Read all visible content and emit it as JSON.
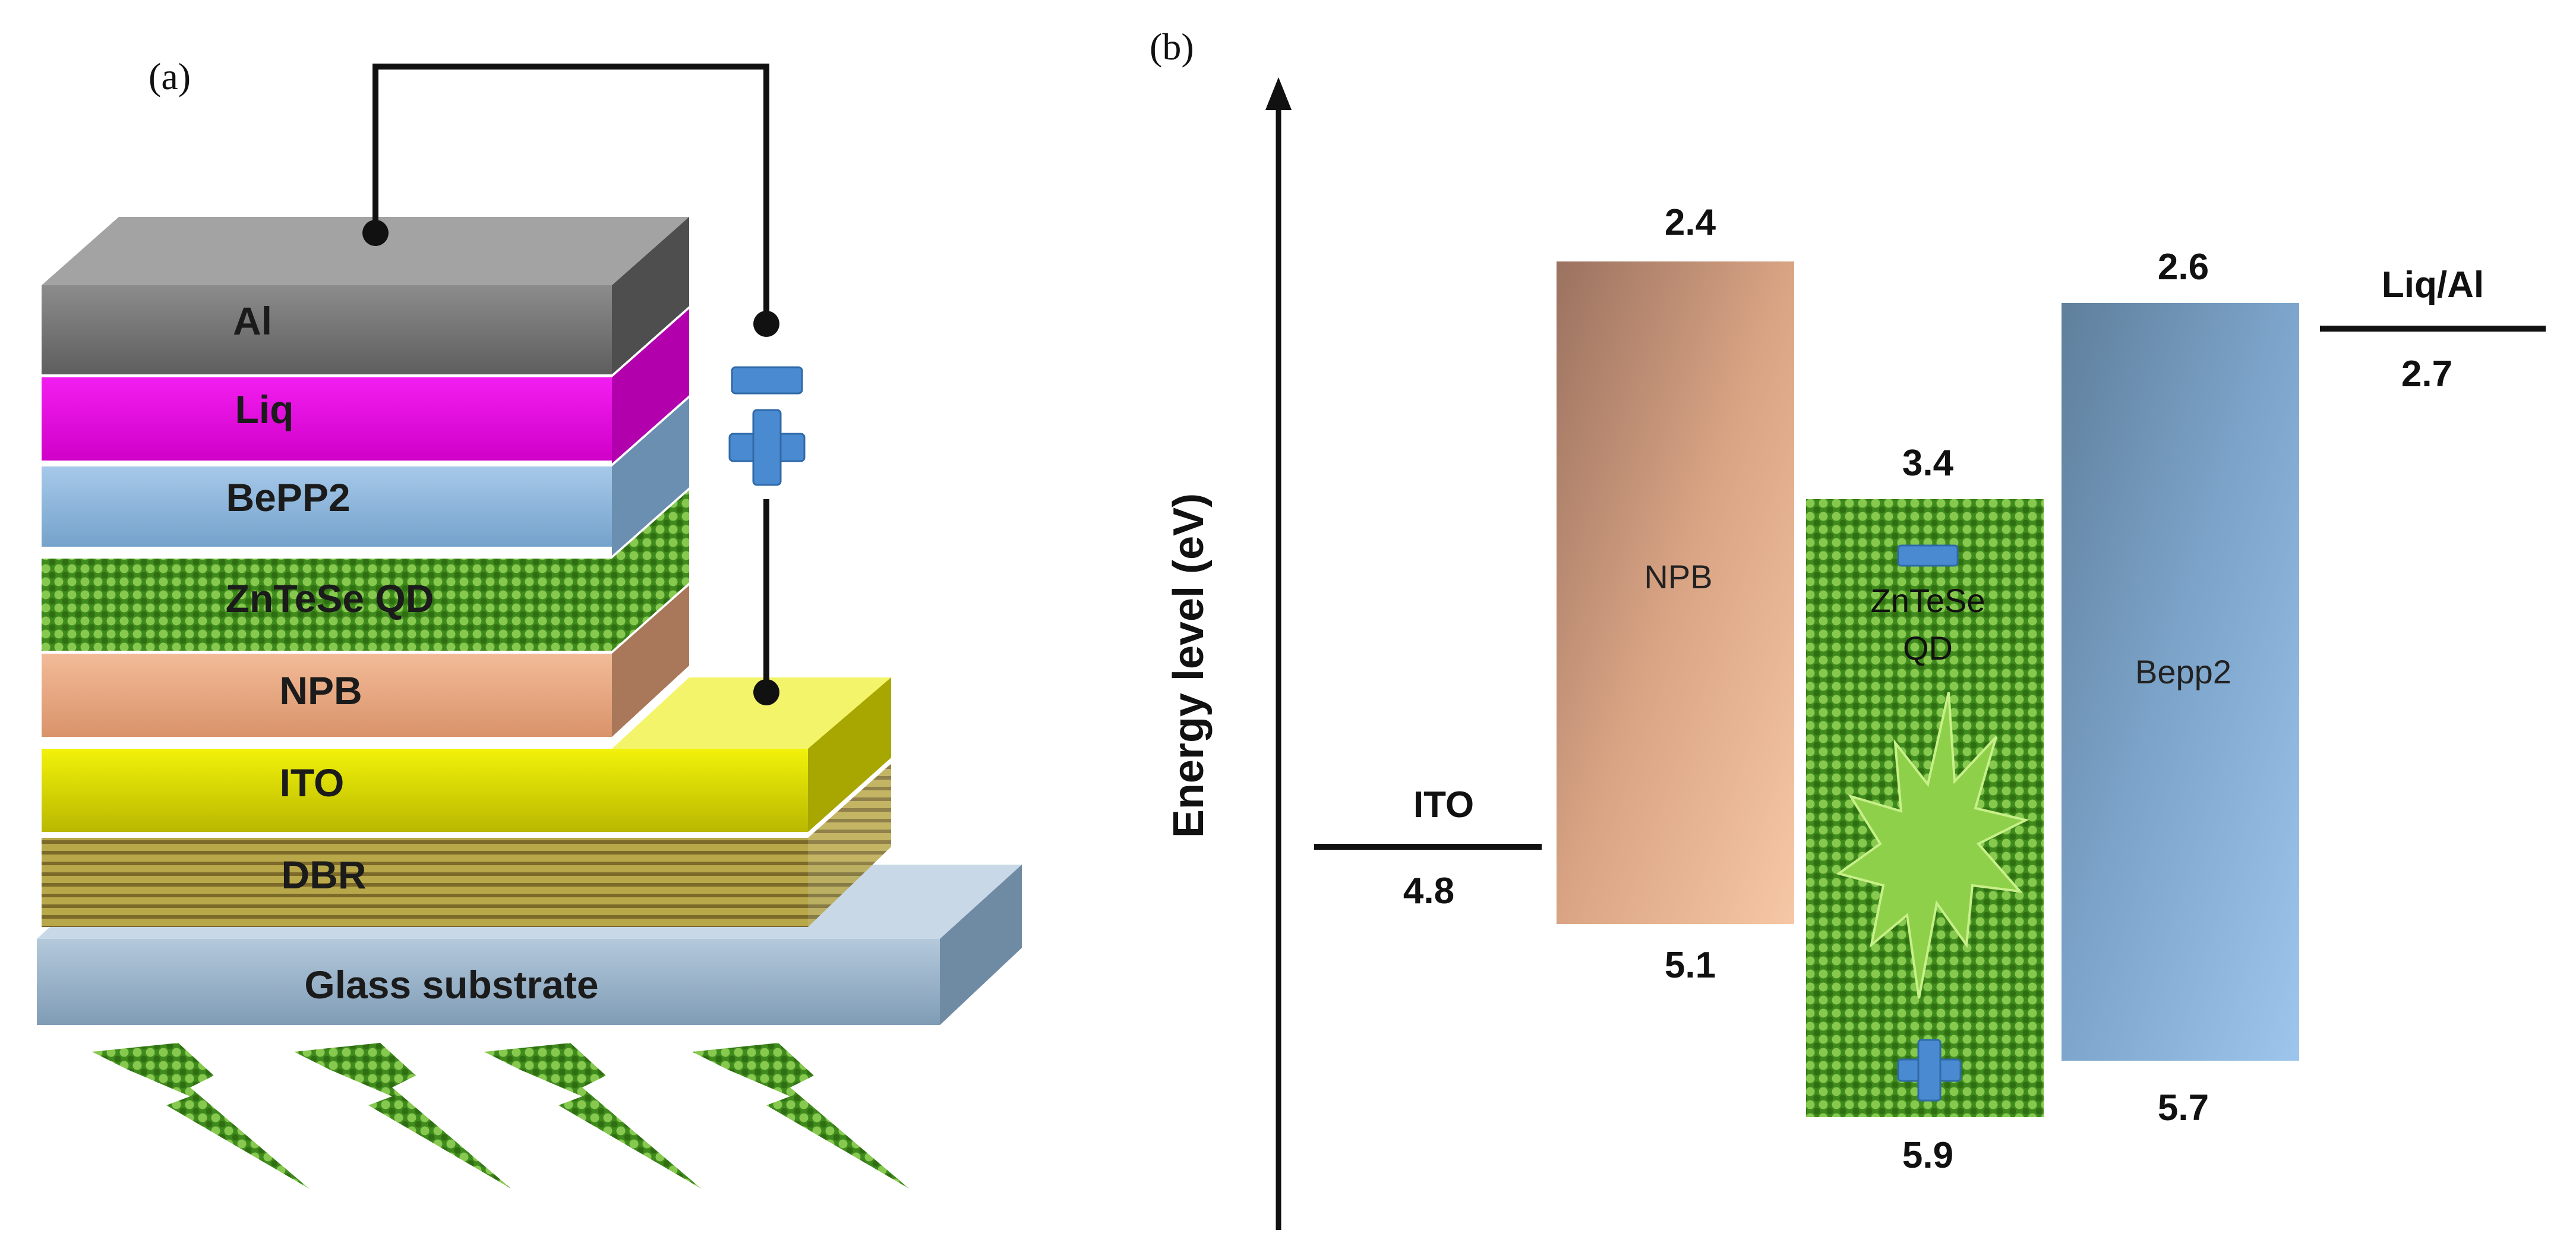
{
  "panel_a": {
    "label": "(a)",
    "layers": {
      "al": "Al",
      "liq": "Liq",
      "bepp2": "BePP2",
      "qd": "ZnTeSe QD",
      "npb": "NPB",
      "ito": "ITO",
      "dbr": "DBR",
      "glass": "Glass substrate"
    },
    "colors": {
      "al": "#777777",
      "liq": "#e600e0",
      "bepp2": "#8ab4db",
      "qd": "#5ca21e",
      "npb": "#e9a882",
      "ito": "#e6e600",
      "dbr": "#b5a94e",
      "glass": "#9eb8cf",
      "terminal": "#4a8ad0"
    }
  },
  "panel_b": {
    "label": "(b)",
    "axis_label": "Energy level (eV)",
    "ito": {
      "name": "ITO",
      "level": "4.8"
    },
    "npb": {
      "name": "NPB",
      "top": "2.4",
      "bottom": "5.1"
    },
    "qd": {
      "name_line1": "ZnTeSe",
      "name_line2": "QD",
      "top": "3.4",
      "bottom": "5.9"
    },
    "bepp2": {
      "name": "Bepp2",
      "top": "2.6",
      "bottom": "5.7"
    },
    "cathode": {
      "name": "Liq/Al",
      "level": "2.7"
    }
  }
}
